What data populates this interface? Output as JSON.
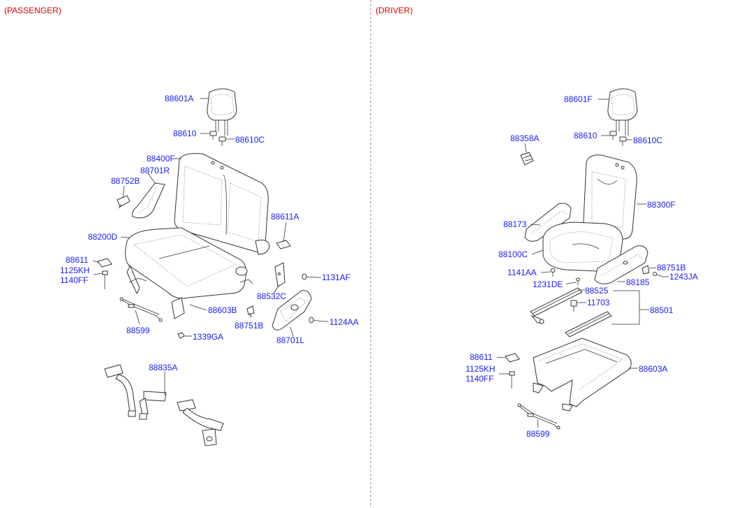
{
  "sections": {
    "passenger": "(PASSENGER)",
    "driver": "(DRIVER)"
  },
  "colors": {
    "label": "#1a1aff",
    "header": "#e00000",
    "line": "#333333",
    "divider": "#888888"
  },
  "passenger": {
    "headrest": "88601A",
    "guide": "88610",
    "guide_lock": "88610C",
    "back": "88400F",
    "back_cover_right": "88701R",
    "recliner_cover": "88752B",
    "cushion": "88200D",
    "hinge_cover": "88611A",
    "cover_left": "88611",
    "bolt_a": "1125KH",
    "bolt_b": "1140FF",
    "bracket": "88532C",
    "screw_a": "1131AF",
    "frame": "88603B",
    "side_cover_left": "88701L",
    "screw_b": "1124AA",
    "clip": "88751B",
    "wire": "88599",
    "nut": "1339GA",
    "belt_buckle": "88835A"
  },
  "driver": {
    "headrest": "88601F",
    "guide": "88610",
    "guide_lock": "88610C",
    "knob": "88358A",
    "back": "88300F",
    "armrest": "88173",
    "cushion": "88100C",
    "screw_a": "1141AA",
    "screw_b": "1231DE",
    "clip": "88751B",
    "screw_c": "1243JA",
    "shield": "88185",
    "rail_upper": "88525",
    "rail_bolt": "11703",
    "rail_assy": "88501",
    "cover": "88611",
    "bolt_a": "1125KH",
    "bolt_b": "1140FF",
    "frame": "88603A",
    "wire": "88599"
  }
}
